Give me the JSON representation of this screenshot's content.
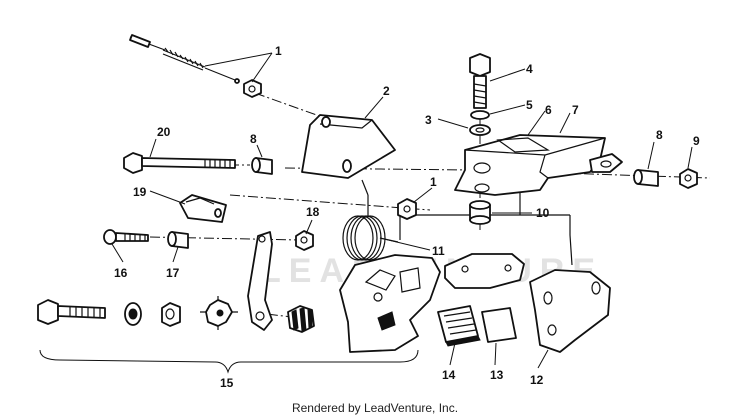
{
  "watermark": "LEADVENTURE",
  "credit": "Rendered by LeadVenture, Inc.",
  "callouts": [
    "1",
    "2",
    "3",
    "4",
    "5",
    "6",
    "7",
    "8",
    "9",
    "20",
    "8",
    "19",
    "1",
    "18",
    "10",
    "11",
    "16",
    "17",
    "15",
    "14",
    "13",
    "12"
  ]
}
